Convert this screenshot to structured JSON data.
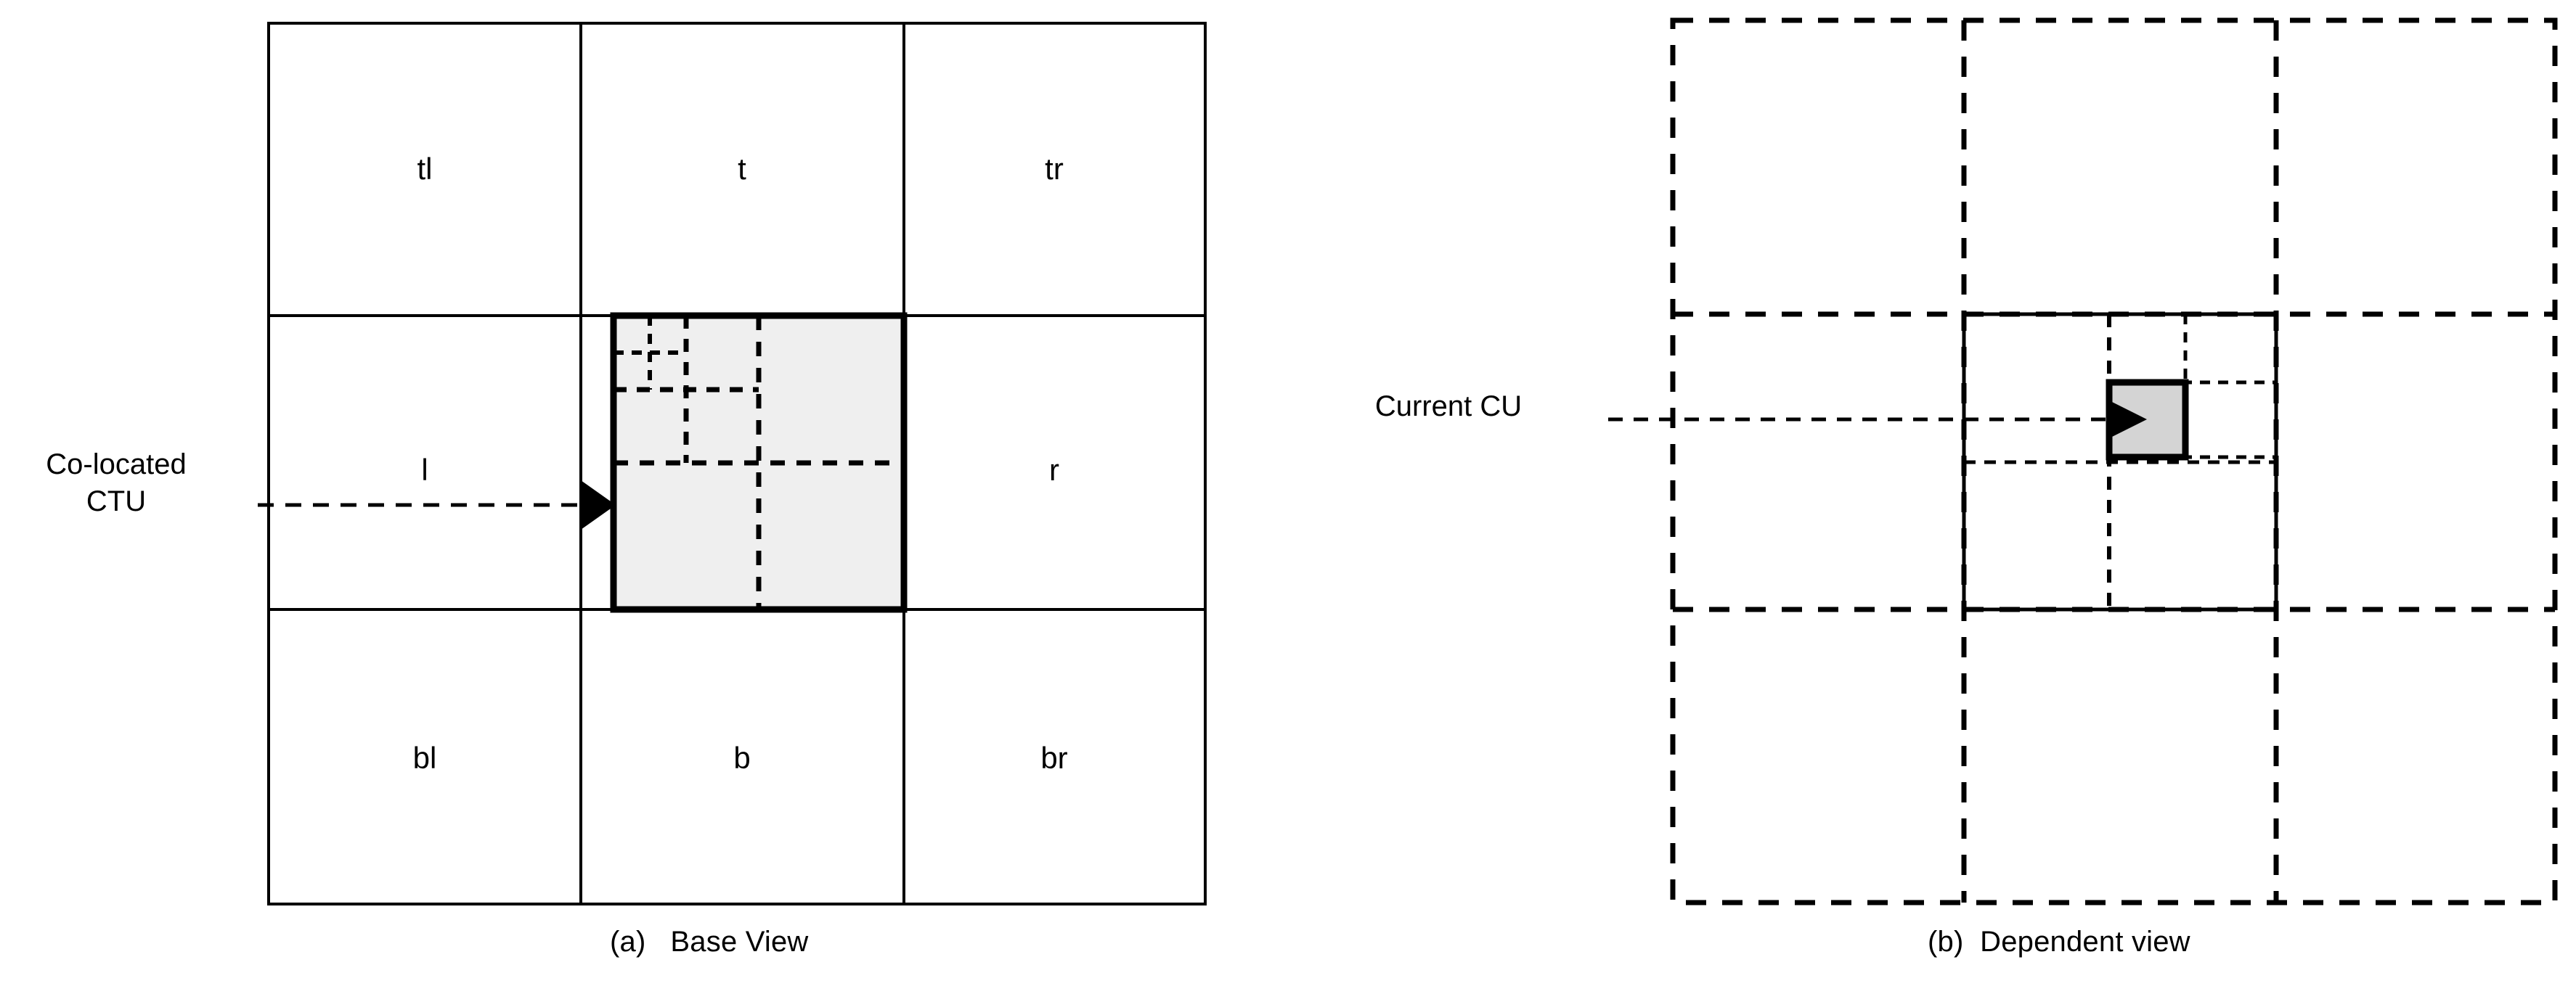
{
  "figure": {
    "title_hidden": "",
    "background_color": "#ffffff",
    "line_color": "#000000",
    "panel_a_fill": "#efefef",
    "panel_b_cu_fill": "#d4d4d4"
  },
  "panel_a": {
    "caption_index": "(a)",
    "caption_text": "Base View",
    "caption_full": "(a)   Base View",
    "neighbour_labels": {
      "top_left": "tl",
      "top": "t",
      "top_right": "tr",
      "left": "l",
      "right": "r",
      "bottom_left": "bl",
      "bottom": "b",
      "bottom_right": "br"
    },
    "center_cell_name": "co-located-ctu",
    "annotation": {
      "line1": "Co-located",
      "line2": "CTU",
      "text": "Co-located\nCTU"
    }
  },
  "panel_b": {
    "caption_index": "(b)",
    "caption_text": "Dependent view",
    "caption_full": "(b)  Dependent view",
    "annotation": {
      "text": "Current CU"
    },
    "cu_block_name": "current-cu-block"
  }
}
